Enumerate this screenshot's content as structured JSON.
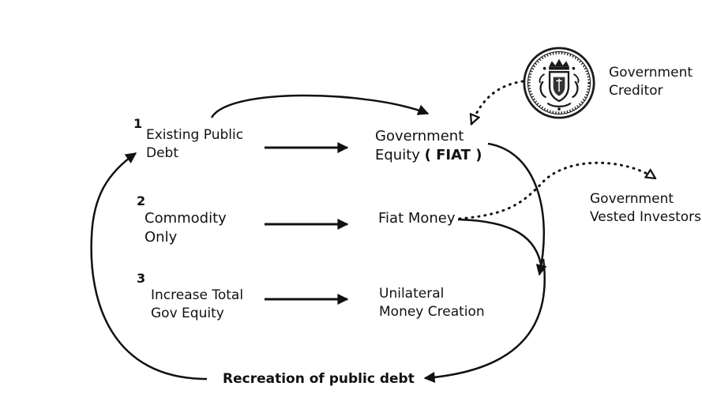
{
  "steps": [
    {
      "number": "1",
      "line1": "Existing Public",
      "line2": "Debt"
    },
    {
      "number": "2",
      "line1": "Commodity",
      "line2": "Only"
    },
    {
      "number": "3",
      "line1": "Increase Total",
      "line2": "Gov Equity"
    }
  ],
  "outcomes": {
    "equity_line1": "Government",
    "equity_line2_prefix": "Equity ",
    "equity_line2_bold": "( FIAT )",
    "fiat_money": "Fiat Money",
    "unilateral_line1": "Unilateral",
    "unilateral_line2": "Money Creation"
  },
  "recreation": "Recreation of public debt",
  "creditor": {
    "line1": "Government",
    "line2": "Creditor",
    "icon": "coin-seal-icon"
  },
  "investors": {
    "line1": "Government",
    "line2": "Vested Investors"
  },
  "colors": {
    "ink": "#111111",
    "seal": "#1a1a1a",
    "background": "#ffffff"
  }
}
